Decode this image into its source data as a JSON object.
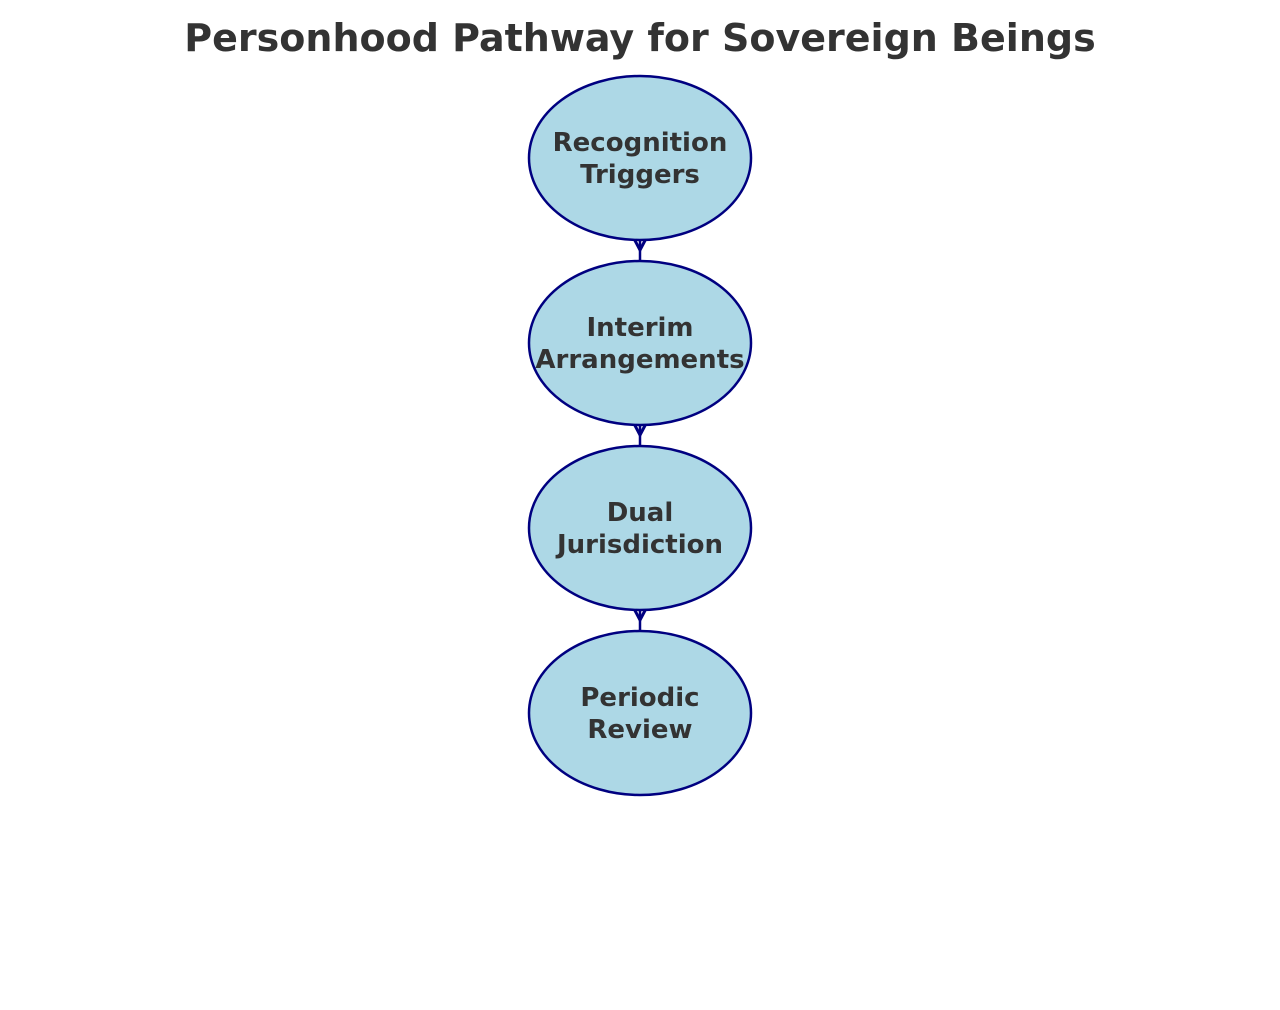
{
  "diagram": {
    "title": "Personhood Pathway for Sovereign Beings",
    "colors": {
      "node_fill": "#add8e6",
      "node_stroke": "#000080",
      "text": "#333333",
      "arrow": "#000080"
    },
    "nodes": [
      {
        "id": "recognition-triggers",
        "lines": [
          "Recognition",
          "Triggers"
        ]
      },
      {
        "id": "interim-arrangements",
        "lines": [
          "Interim",
          "Arrangements"
        ]
      },
      {
        "id": "dual-jurisdiction",
        "lines": [
          "Dual",
          "Jurisdiction"
        ]
      },
      {
        "id": "periodic-review",
        "lines": [
          "Periodic",
          "Review"
        ]
      }
    ],
    "edges": [
      {
        "from": "recognition-triggers",
        "to": "interim-arrangements"
      },
      {
        "from": "interim-arrangements",
        "to": "dual-jurisdiction"
      },
      {
        "from": "dual-jurisdiction",
        "to": "periodic-review"
      }
    ]
  }
}
